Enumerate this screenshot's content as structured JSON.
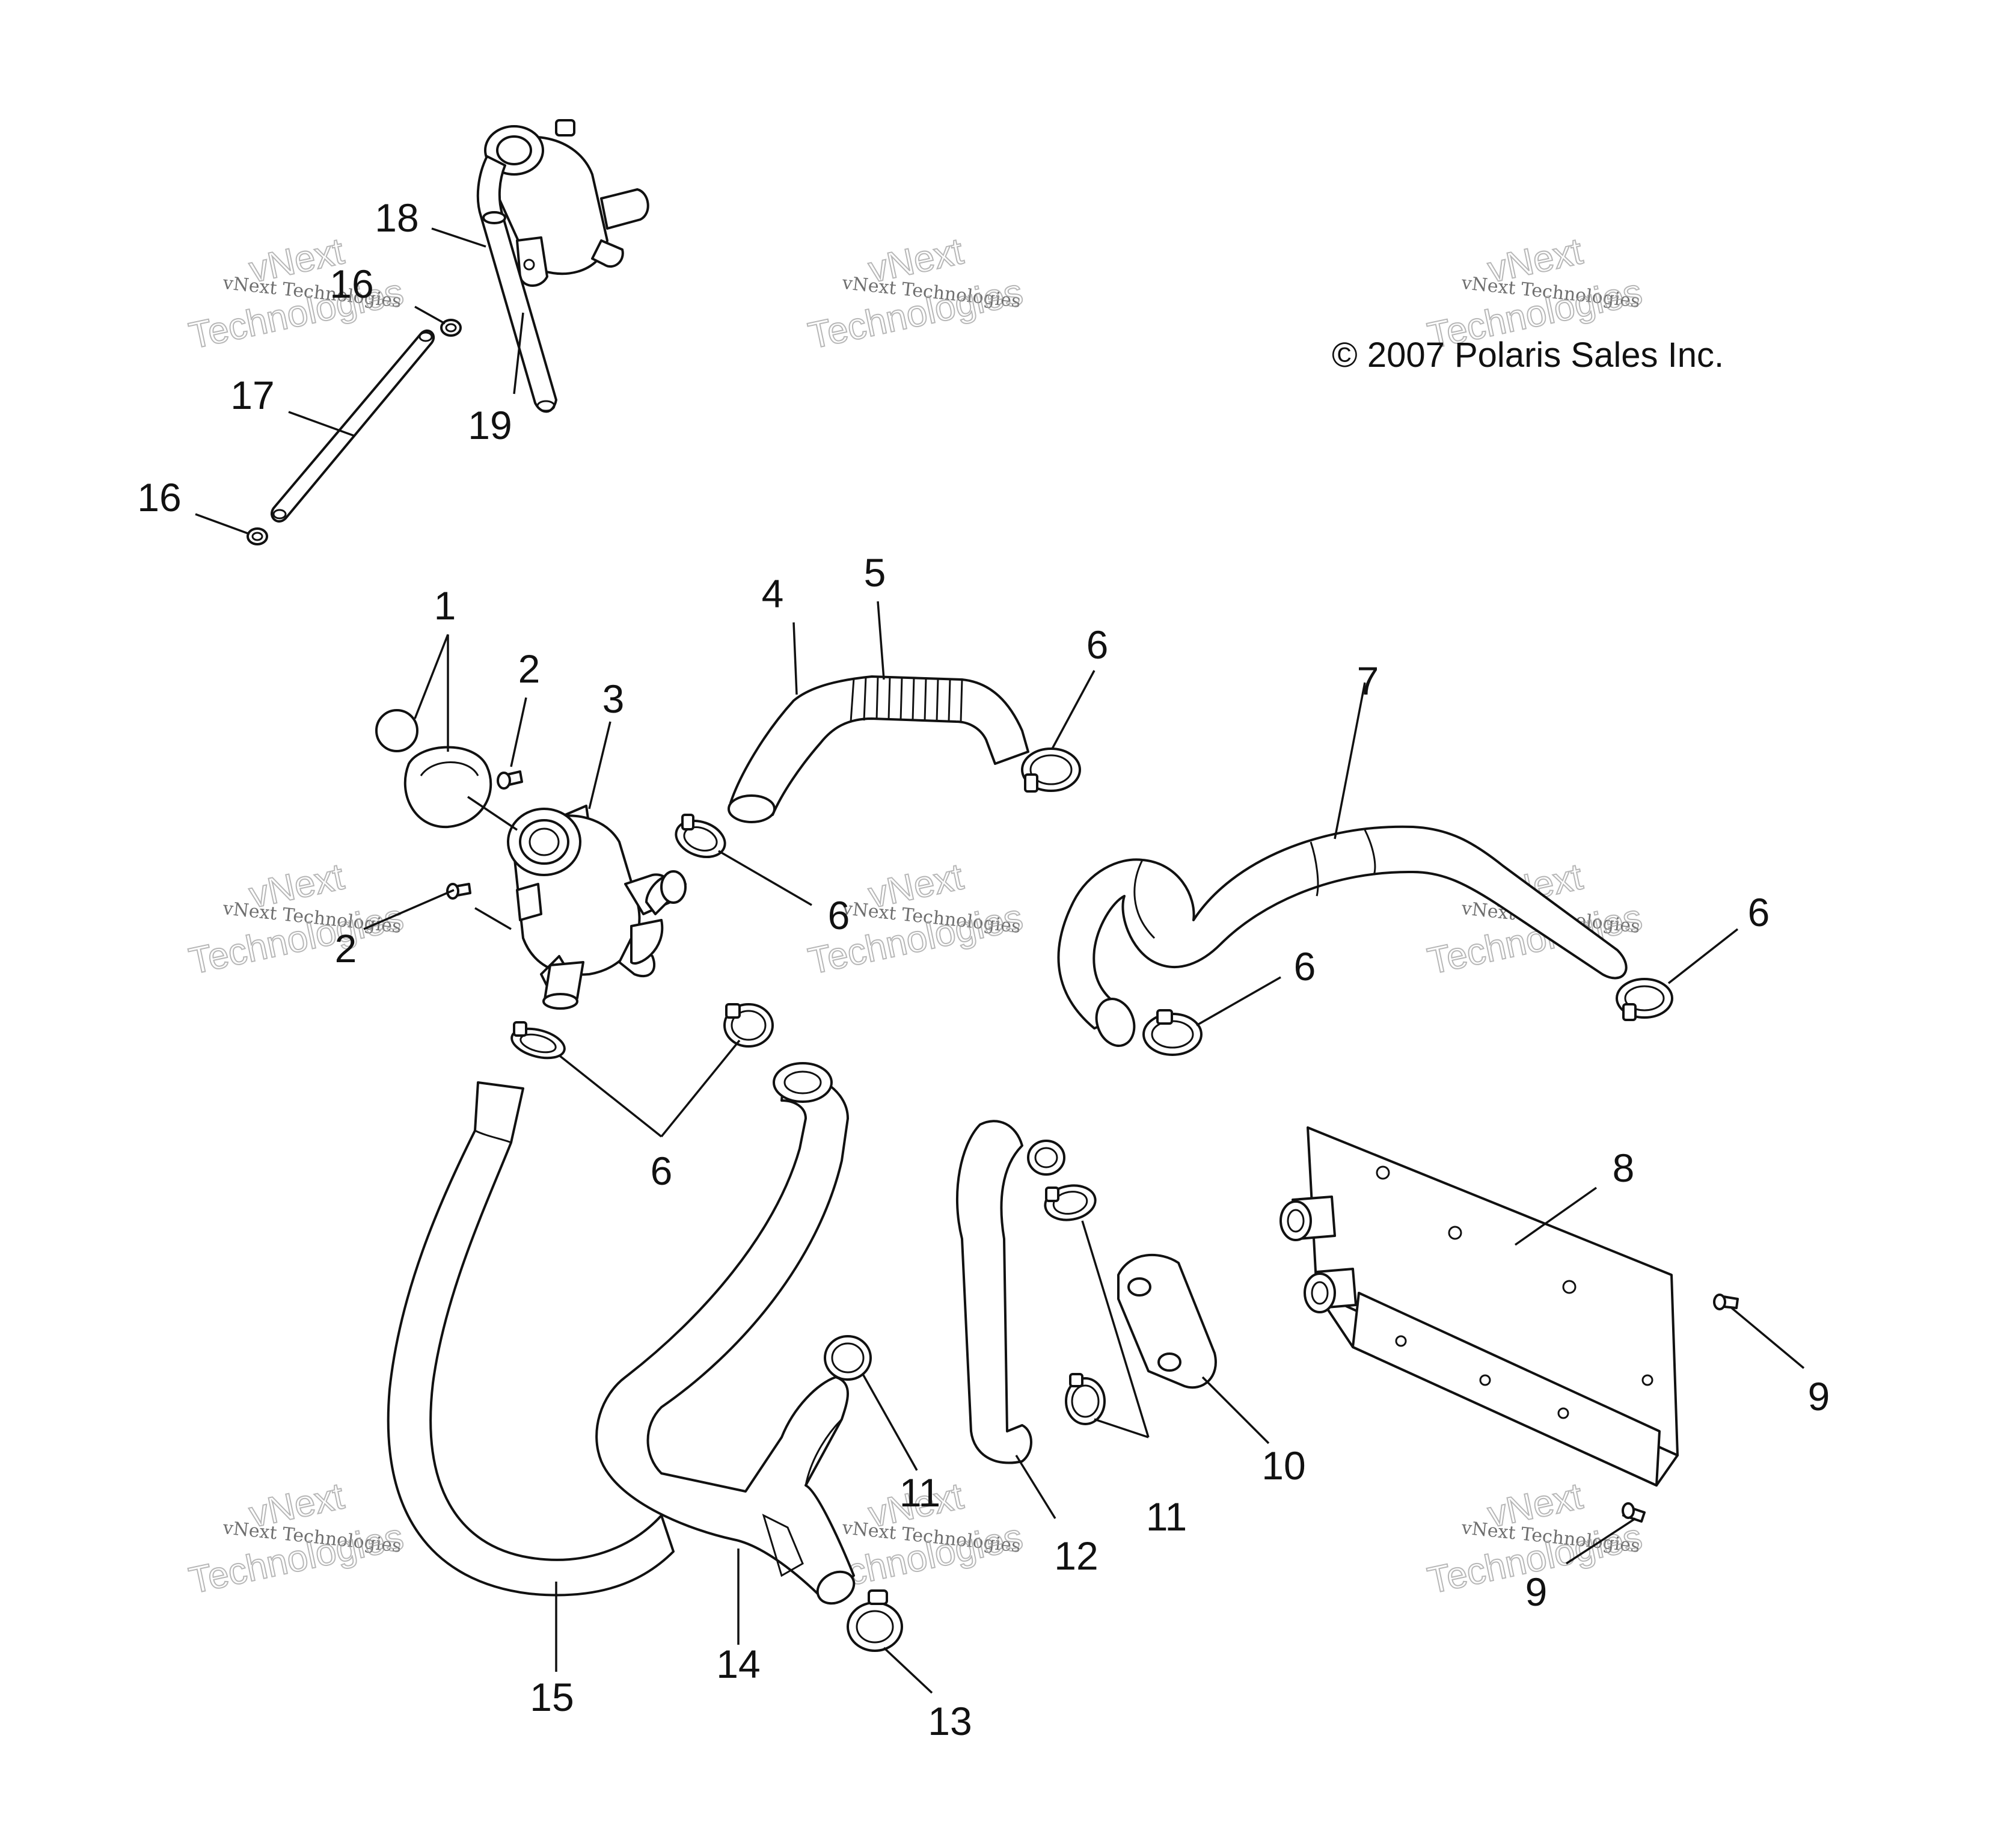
{
  "copyright": "© 2007 Polaris Sales Inc.",
  "watermark": {
    "line1": "vNext",
    "line2": "Technologies",
    "small": "vNext Technologies"
  },
  "callouts": {
    "c1": "1",
    "c2a": "2",
    "c2b": "2",
    "c3": "3",
    "c4": "4",
    "c5": "5",
    "c6a": "6",
    "c6b": "6",
    "c6c": "6",
    "c6d": "6",
    "c6e": "6",
    "c7": "7",
    "c8": "8",
    "c9a": "9",
    "c9b": "9",
    "c10": "10",
    "c11a": "11",
    "c11b": "11",
    "c12": "12",
    "c13": "13",
    "c14": "14",
    "c15": "15",
    "c16a": "16",
    "c16b": "16",
    "c17": "17",
    "c18": "18",
    "c19": "19"
  }
}
